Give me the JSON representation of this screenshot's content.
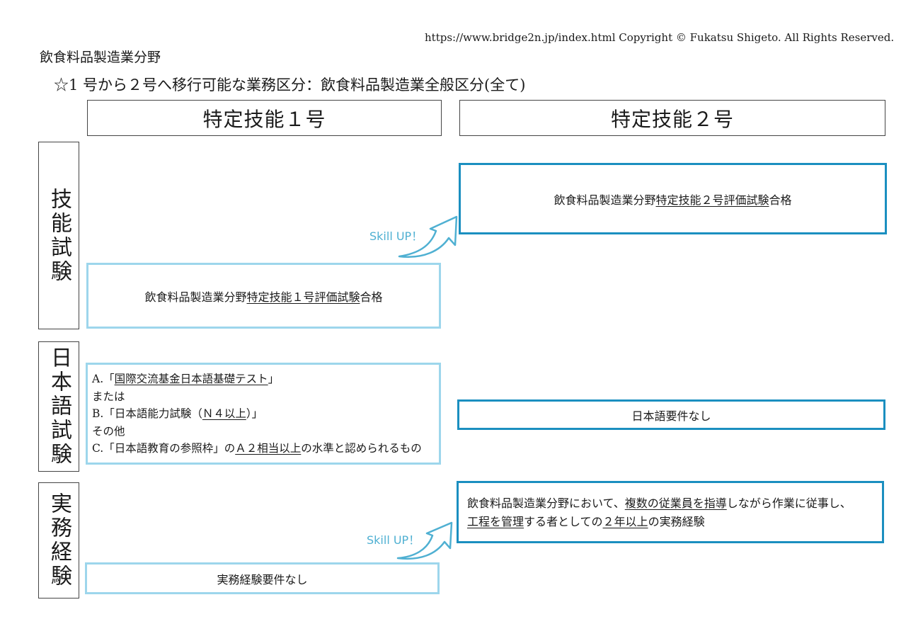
{
  "header": {
    "copyright": "https://www.bridge2n.jp/index.html Copyright © Fukatsu Shigeto. All Rights Reserved.",
    "sector_title": "飲食料品製造業分野",
    "transition_note": "☆1 号から２号へ移行可能な業務区分：飲食料品製造業全般区分(全て)"
  },
  "columns": {
    "ssw1": "特定技能１号",
    "ssw2": "特定技能２号"
  },
  "rows": {
    "skill_test": "技能試験",
    "japanese_test": "日本語試験",
    "experience": "実務経験"
  },
  "skill_test": {
    "ssw1": {
      "prefix": "飲食料品製造業分野",
      "underlined": "特定技能１号評価試験",
      "suffix": "合格"
    },
    "ssw2": {
      "prefix": "飲食料品製造業分野",
      "underlined": "特定技能２号評価試験",
      "suffix": "合格"
    }
  },
  "japanese_test": {
    "ssw1": {
      "a_prefix": "A.「",
      "a_underlined": "国際交流基金日本語基礎テスト",
      "a_suffix": "」",
      "or_text": "または",
      "b_prefix": "B.「日本語能力試験（",
      "b_underlined": "Ｎ４以上",
      "b_suffix": "）」",
      "other_text": "その他",
      "c_prefix": "C.「日本語教育の参照枠」の",
      "c_underlined": "Ａ２相当以上",
      "c_suffix": "の水準と認められるもの"
    },
    "ssw2": "日本語要件なし"
  },
  "experience": {
    "ssw1": "実務経験要件なし",
    "ssw2": {
      "l1_prefix": "飲食料品製造業分野において、",
      "l1_underlined": "複数の従業員を指導",
      "l1_suffix": "しながら作業に従事し、",
      "l2_underlined1": "工程を管理",
      "l2_middle": "する者としての",
      "l2_underlined2": "２年以上",
      "l2_suffix": "の実務経験"
    }
  },
  "arrows": {
    "label": "Skill UP！"
  },
  "colors": {
    "light_border": "#9dd6ec",
    "dark_border": "#1b8fc0",
    "arrow": "#4fb0d2"
  }
}
